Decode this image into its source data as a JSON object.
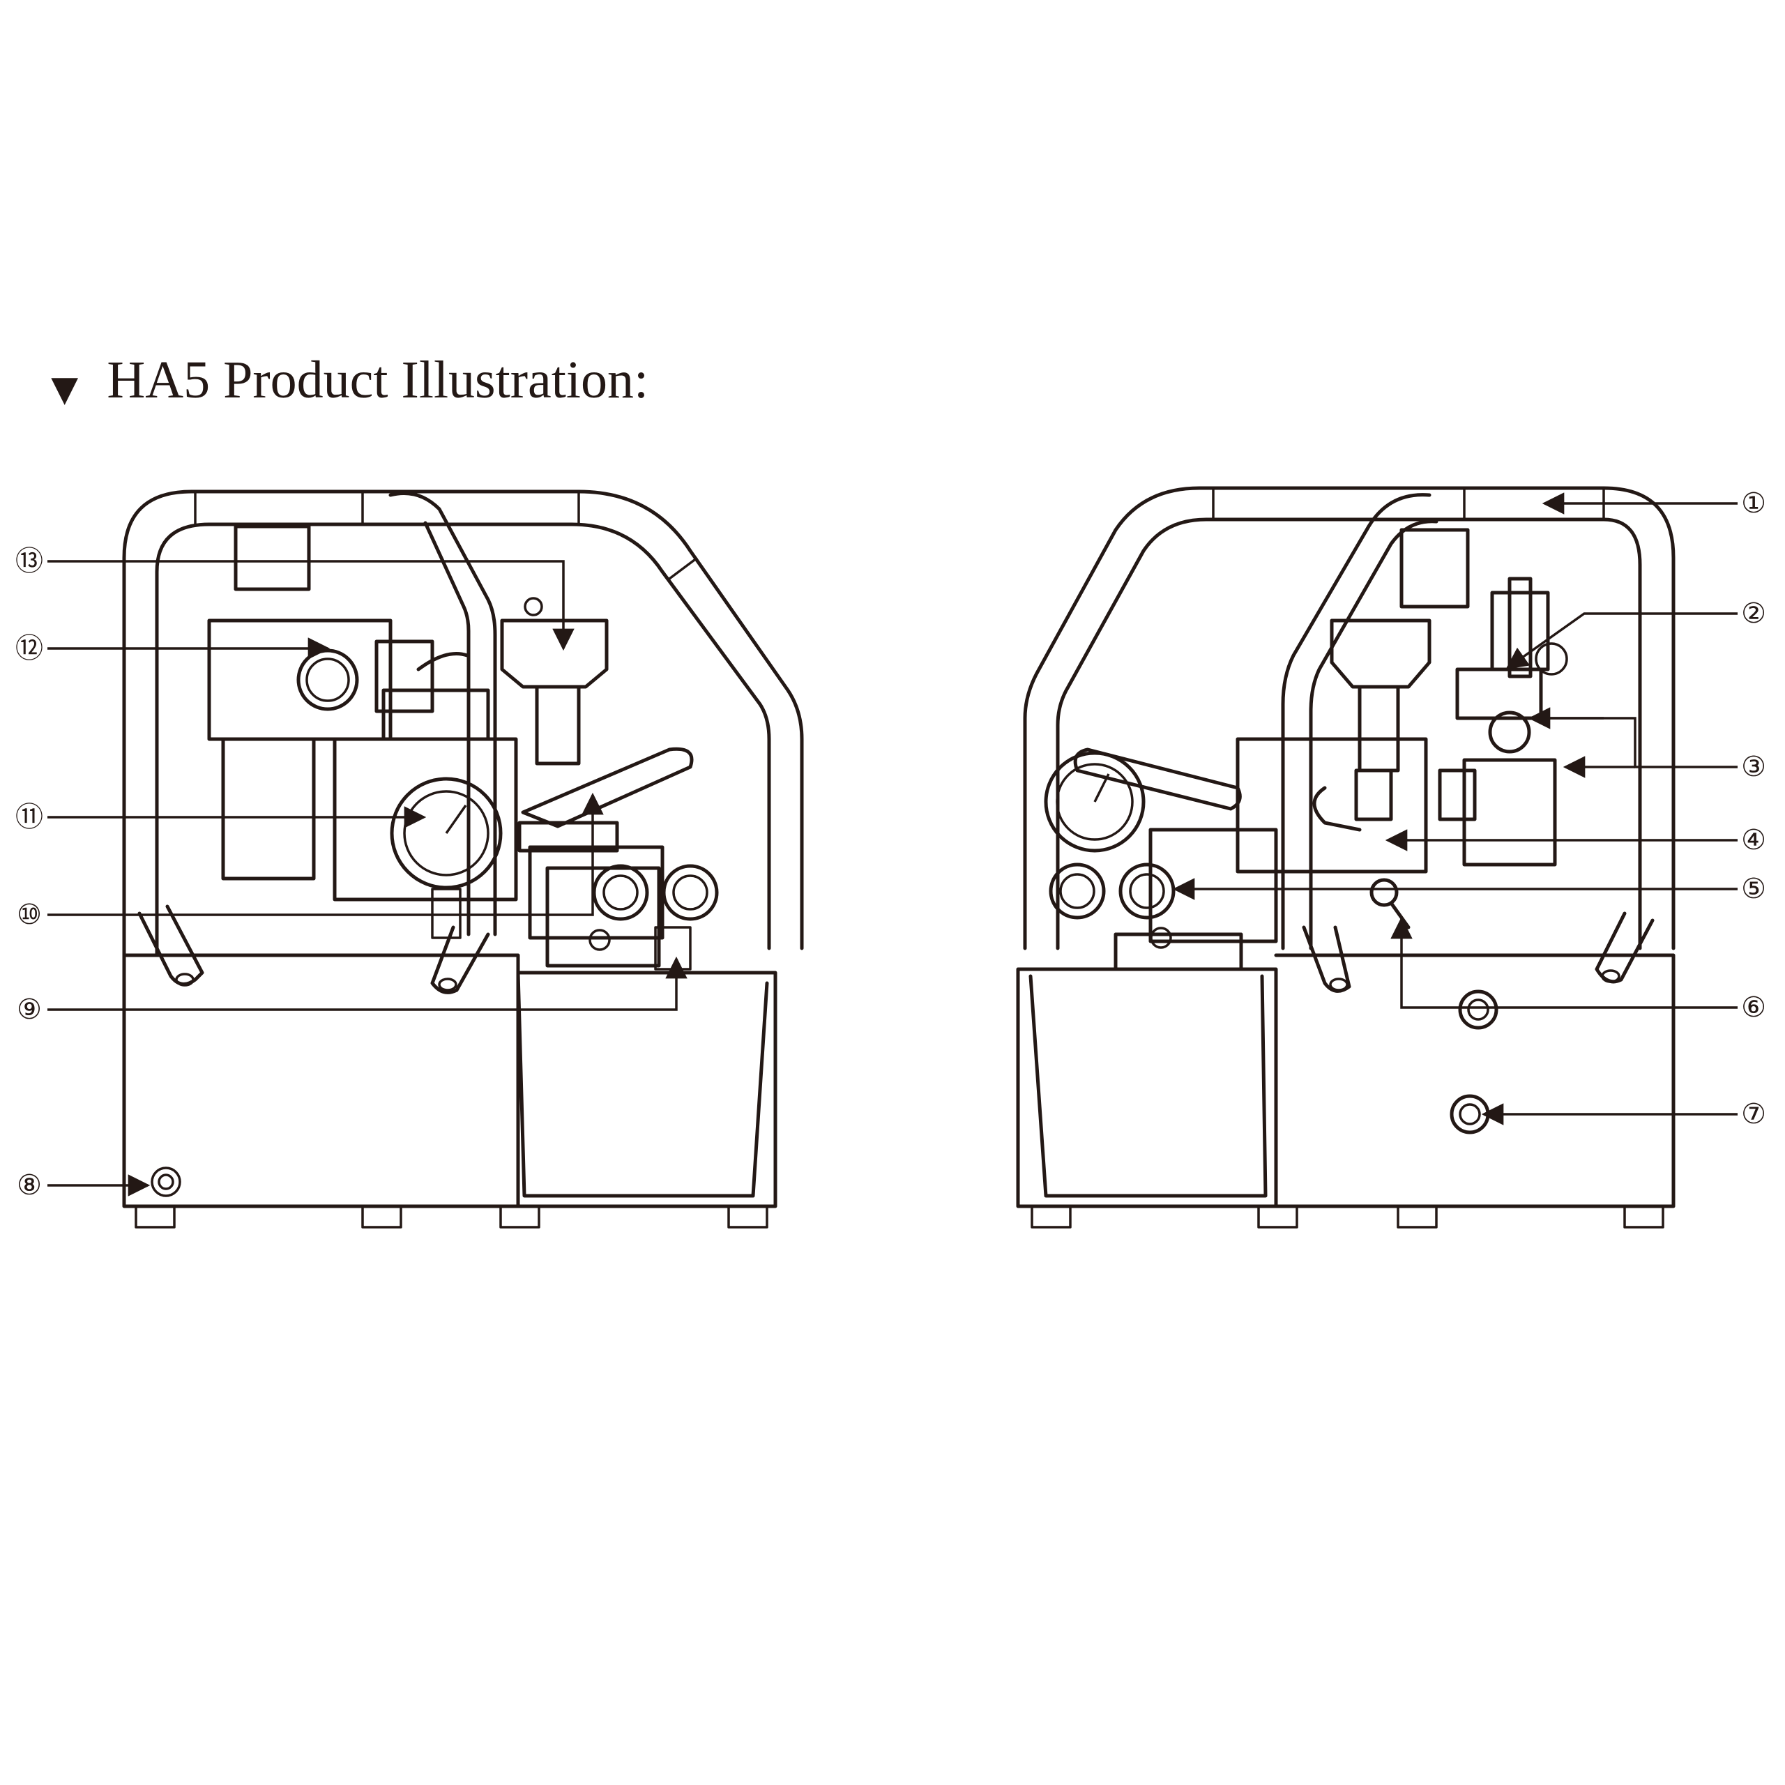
{
  "page": {
    "title": "HA5 Product Illustration:",
    "title_marker": "▼"
  },
  "callouts": [
    "①",
    "②",
    "③",
    "④",
    "⑤",
    "⑥",
    "⑦",
    "⑧",
    "⑨",
    "⑩",
    "⑪",
    "⑫",
    "⑬"
  ],
  "colors": {
    "line": "#231815",
    "background": "#ffffff"
  }
}
